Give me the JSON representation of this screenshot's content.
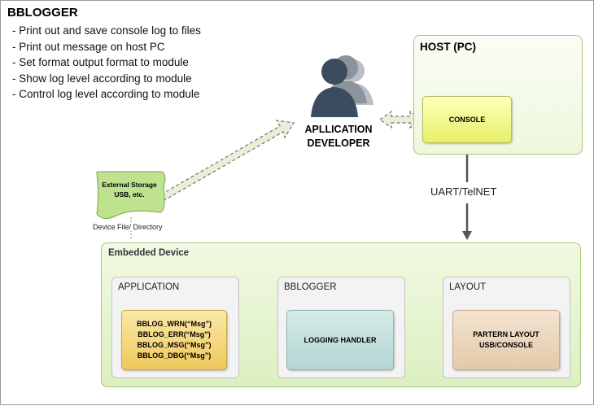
{
  "title": "BBLOGGER",
  "features": [
    "- Print out and save console log to files",
    "- Print out message on host PC",
    "- Set format output format to module",
    "- Show log level according to module",
    "- Control log level according to module"
  ],
  "developer": {
    "line1": "APLLICATION",
    "line2": "DEVELOPER"
  },
  "host": {
    "title": "HOST (PC)",
    "console_label": "CONSOLE"
  },
  "link_label": "UART/TelNET",
  "storage": {
    "line1": "External Storage",
    "line2": "USB, etc.",
    "caption": "Device File/ Directory"
  },
  "embedded": {
    "title": "Embedded Device",
    "application": {
      "title": "APPLICATION",
      "macros": [
        "BBLOG_WRN(“Msg”)",
        "BBLOG_ERR(“Msg”)",
        "BBLOG_MSG(“Msg”)",
        "BBLOG_DBG(“Msg”)"
      ]
    },
    "bblogger": {
      "title": "BBLOGGER",
      "handler_label": "LOGGING HANDLER"
    },
    "layout": {
      "title": "LAYOUT",
      "pattern_line1": "PARTERN LAYOUT",
      "pattern_line2": "USB/CONSOLE"
    }
  },
  "icons": {
    "developer": "user-silhouette-icon",
    "host": "desktop-monitor-icon",
    "storage": "document-icon"
  }
}
